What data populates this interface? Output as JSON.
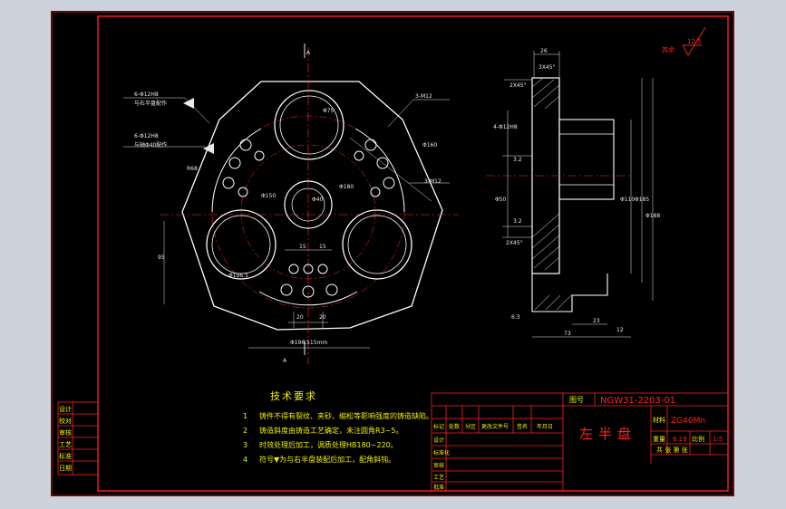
{
  "drawing": {
    "part_name": "左半盘",
    "drawing_no": "NGW31-2203-01",
    "drawing_no_label": "图号",
    "material_label": "材料",
    "material": "ZG40Mn",
    "scale_label": "比例",
    "scale": "1:5",
    "weight_label": "重量",
    "weight": "6.19",
    "roughness_label": "其余",
    "roughness_value": "12.5",
    "sheet_info": "共 张 第 张",
    "revision_headers": [
      "标记",
      "处数",
      "分区",
      "更改文件号",
      "签名",
      "年月日"
    ],
    "signature_rows": [
      "设计",
      "标准化",
      "审核",
      "工艺",
      "批准"
    ],
    "left_strip": [
      "设计",
      "校对",
      "审核",
      "工艺",
      "标准",
      "日期"
    ]
  },
  "notes": {
    "title": "技术要求",
    "items": [
      {
        "n": "1",
        "text": "铸件不得有裂纹、夹砂、缩松等影响强度的铸造缺陷。"
      },
      {
        "n": "2",
        "text": "铸造斜度由铸造工艺确定，未注圆角R3~5。"
      },
      {
        "n": "3",
        "text": "时效处理后加工，调质处理HB180~220。"
      },
      {
        "n": "4",
        "text": "符号▼为与右半盘装配后加工，配角斜钝。"
      }
    ]
  },
  "dimensions": {
    "front": [
      "A",
      "A",
      "6-Φ12H8",
      "与右半盘配作",
      "6-Φ12H8",
      "与轴Φ40配作",
      "3-M12",
      "3-M12",
      "Φ75",
      "Φ180",
      "Φ150",
      "Φ160",
      "Φ40",
      "95",
      "20",
      "20",
      "15",
      "15",
      "Φ196.5",
      "Φ196.515mm",
      "R68"
    ],
    "side": [
      "26",
      "3X45°",
      "2X45°",
      "4-Φ12H8",
      "3.2",
      "3.2",
      "Φ50",
      "Φ110",
      "Φ185",
      "Φ188",
      "2X45°",
      "6.3",
      "23",
      "73",
      "12"
    ]
  }
}
